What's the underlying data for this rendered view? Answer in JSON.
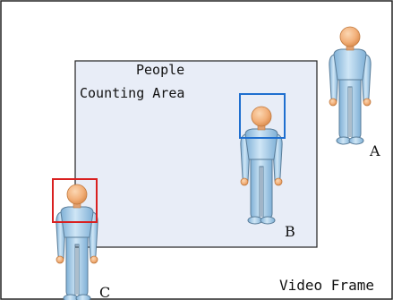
{
  "frame": {
    "label": "Video Frame",
    "border_color": "#222222",
    "background": "#ffffff"
  },
  "counting_area": {
    "title_line1": "People",
    "title_line2": "Counting Area",
    "fill_color": "#e8edf7",
    "border_color": "#222222"
  },
  "people": [
    {
      "id": "A",
      "label": "A",
      "detected": false,
      "box_color": null
    },
    {
      "id": "B",
      "label": "B",
      "detected": true,
      "box_color": "#1f6fcf"
    },
    {
      "id": "C",
      "label": "C",
      "detected": true,
      "box_color": "#d92020"
    }
  ],
  "colors": {
    "head": "#f2b07a",
    "head_shade": "#d9894a",
    "body": "#a9cde8",
    "body_shade": "#7fb0d6",
    "outline": "#5a7d99"
  }
}
